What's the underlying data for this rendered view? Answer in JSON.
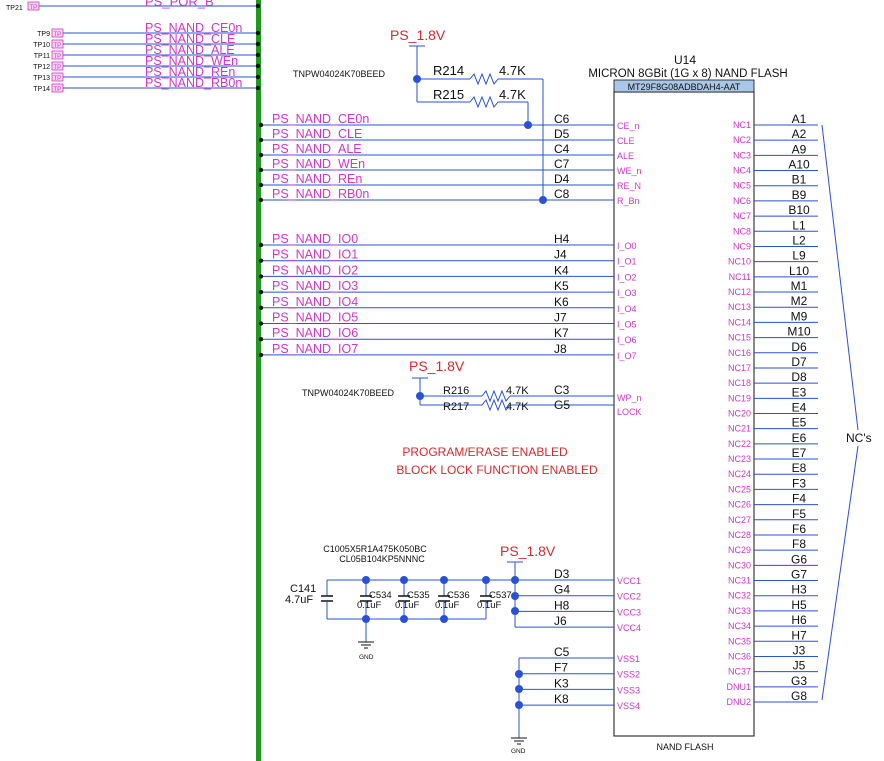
{
  "header": {
    "top_label": "PS_POR_B",
    "tp_top": "TP21",
    "tp_badge": "TP"
  },
  "testpoints": [
    {
      "tp": "TP9",
      "net": "PS_NAND_CE0n"
    },
    {
      "tp": "TP10",
      "net": "PS_NAND_CLE"
    },
    {
      "tp": "TP11",
      "net": "PS_NAND_ALE"
    },
    {
      "tp": "TP12",
      "net": "PS_NAND_WEn"
    },
    {
      "tp": "TP13",
      "net": "PS_NAND_REn"
    },
    {
      "tp": "TP14",
      "net": "PS_NAND_RB0n"
    }
  ],
  "power": {
    "rail1": "PS_1.8V",
    "rail2": "PS_1.8V",
    "rail3": "PS_1.8V"
  },
  "resistors": {
    "part1": "TNPW04024K70BEED",
    "r214": "R214",
    "r214_val": "4.7K",
    "r215": "R215",
    "r215_val": "4.7K",
    "part2": "TNPW04024K70BEED",
    "r216": "R216",
    "r216_val": "4.7K",
    "r217": "R217",
    "r217_val": "4.7K"
  },
  "chip": {
    "ref": "U14",
    "desc": "MICRON 8GBit (1G x 8) NAND FLASH",
    "part": "MT29F8G08ADBDAH4-AAT",
    "footer": "NAND FLASH"
  },
  "control_pins": [
    {
      "net": "PS_NAND_CE0n",
      "ball": "C6",
      "pin": "CE_n"
    },
    {
      "net": "PS_NAND_CLE",
      "ball": "D5",
      "pin": "CLE"
    },
    {
      "net": "PS_NAND_ALE",
      "ball": "C4",
      "pin": "ALE"
    },
    {
      "net": "PS_NAND_WEn",
      "ball": "C7",
      "pin": "WE_n"
    },
    {
      "net": "PS_NAND_REn",
      "ball": "D4",
      "pin": "RE_N"
    },
    {
      "net": "PS_NAND_RB0n",
      "ball": "C8",
      "pin": "R_Bn"
    }
  ],
  "io_pins": [
    {
      "net": "PS_NAND_IO0",
      "ball": "H4",
      "pin": "I_O0"
    },
    {
      "net": "PS_NAND_IO1",
      "ball": "J4",
      "pin": "I_O1"
    },
    {
      "net": "PS_NAND_IO2",
      "ball": "K4",
      "pin": "I_O2"
    },
    {
      "net": "PS_NAND_IO3",
      "ball": "K5",
      "pin": "I_O3"
    },
    {
      "net": "PS_NAND_IO4",
      "ball": "K6",
      "pin": "I_O4"
    },
    {
      "net": "PS_NAND_IO5",
      "ball": "J7",
      "pin": "I_O5"
    },
    {
      "net": "PS_NAND_IO6",
      "ball": "K7",
      "pin": "I_O6"
    },
    {
      "net": "PS_NAND_IO7",
      "ball": "J8",
      "pin": "I_O7"
    }
  ],
  "wp_pins": [
    {
      "ball": "C3",
      "pin": "WP_n"
    },
    {
      "ball": "G5",
      "pin": "LOCK"
    }
  ],
  "notes": {
    "line1": "PROGRAM/ERASE ENABLED",
    "line2": "BLOCK LOCK FUNCTION ENABLED"
  },
  "caps": {
    "part1": "C1005X5R1A475K050BC",
    "part2": "CL05B104KP5NNNC",
    "c141": "C141",
    "c141_val": "4.7uF",
    "small": [
      {
        "ref": "C534",
        "val": "0.1uF"
      },
      {
        "ref": "C535",
        "val": "0.1uF"
      },
      {
        "ref": "C536",
        "val": "0.1uF"
      },
      {
        "ref": "C537",
        "val": "0.1uF"
      }
    ],
    "gnd": "GND"
  },
  "vcc_pins": [
    {
      "ball": "D3",
      "pin": "VCC1"
    },
    {
      "ball": "G4",
      "pin": "VCC2"
    },
    {
      "ball": "H8",
      "pin": "VCC3"
    },
    {
      "ball": "J6",
      "pin": "VCC4"
    }
  ],
  "vss_pins": [
    {
      "ball": "C5",
      "pin": "VSS1"
    },
    {
      "ball": "F7",
      "pin": "VSS2"
    },
    {
      "ball": "K3",
      "pin": "VSS3"
    },
    {
      "ball": "K8",
      "pin": "VSS4"
    }
  ],
  "gnd2": "GND",
  "nc_pins": [
    {
      "pin": "NC1",
      "ball": "A1"
    },
    {
      "pin": "NC2",
      "ball": "A2"
    },
    {
      "pin": "NC3",
      "ball": "A9"
    },
    {
      "pin": "NC4",
      "ball": "A10"
    },
    {
      "pin": "NC5",
      "ball": "B1"
    },
    {
      "pin": "NC6",
      "ball": "B9"
    },
    {
      "pin": "NC7",
      "ball": "B10"
    },
    {
      "pin": "NC8",
      "ball": "L1"
    },
    {
      "pin": "NC9",
      "ball": "L2"
    },
    {
      "pin": "NC10",
      "ball": "L9"
    },
    {
      "pin": "NC11",
      "ball": "L10"
    },
    {
      "pin": "NC12",
      "ball": "M1"
    },
    {
      "pin": "NC13",
      "ball": "M2"
    },
    {
      "pin": "NC14",
      "ball": "M9"
    },
    {
      "pin": "NC15",
      "ball": "M10"
    },
    {
      "pin": "NC16",
      "ball": "D6"
    },
    {
      "pin": "NC17",
      "ball": "D7"
    },
    {
      "pin": "NC18",
      "ball": "D8"
    },
    {
      "pin": "NC19",
      "ball": "E3"
    },
    {
      "pin": "NC20",
      "ball": "E4"
    },
    {
      "pin": "NC21",
      "ball": "E5"
    },
    {
      "pin": "NC22",
      "ball": "E6"
    },
    {
      "pin": "NC23",
      "ball": "E7"
    },
    {
      "pin": "NC24",
      "ball": "E8"
    },
    {
      "pin": "NC25",
      "ball": "F3"
    },
    {
      "pin": "NC26",
      "ball": "F4"
    },
    {
      "pin": "NC27",
      "ball": "F5"
    },
    {
      "pin": "NC28",
      "ball": "F6"
    },
    {
      "pin": "NC29",
      "ball": "F8"
    },
    {
      "pin": "NC30",
      "ball": "G6"
    },
    {
      "pin": "NC31",
      "ball": "G7"
    },
    {
      "pin": "NC32",
      "ball": "H3"
    },
    {
      "pin": "NC33",
      "ball": "H5"
    },
    {
      "pin": "NC34",
      "ball": "H6"
    },
    {
      "pin": "NC35",
      "ball": "H7"
    },
    {
      "pin": "NC36",
      "ball": "J3"
    },
    {
      "pin": "NC37",
      "ball": "J5"
    },
    {
      "pin": "DNU1",
      "ball": "G3"
    },
    {
      "pin": "DNU2",
      "ball": "G8"
    }
  ],
  "nc_label": "NC's",
  "colors": {
    "net": "#d236c8",
    "power": "#d8292d",
    "wire": "#2a50d8",
    "bus": "#1f9a1f",
    "chip_header": "#a9c7e6"
  }
}
